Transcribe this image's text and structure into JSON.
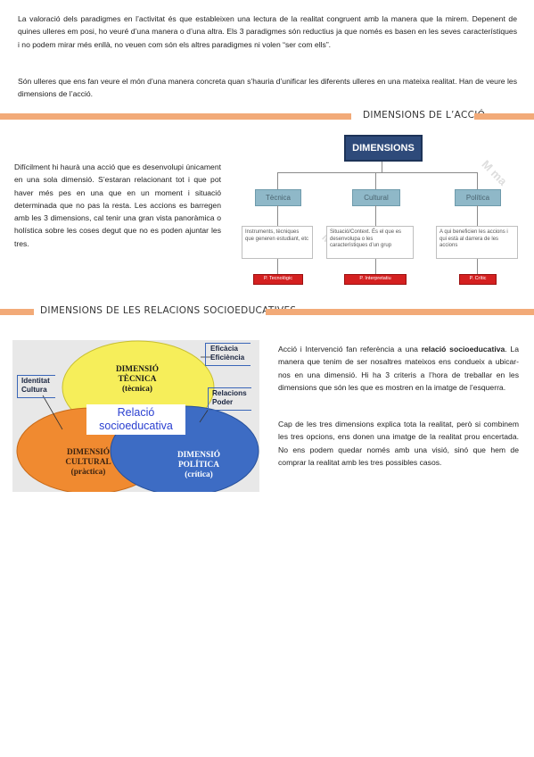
{
  "intro": {
    "p1": "La valoració dels paradigmes en l’activitat és que estableixen una lectura de la realitat congruent amb la manera que la mirem. Depenent de quines ulleres em posi, ho veuré d’una manera o d’una altra. Els 3 paradigmes són reductius ja que només es basen en les seves característiques i no podem mirar més enllà, no veuen com són els altres paradigmes ni volen “ser com ells”.",
    "p2": "Són ulleres que ens fan veure el món d’una manera concreta quan s’hauria d’unificar les diferents ulleres en una mateixa realitat. Han de veure les dimensions de l’acció."
  },
  "section1": {
    "title": "DIMENSIONS DE L’ACCIÓ",
    "text": "Difícilment hi haurà una acció que es desenvolupi únicament en una sola dimensió. S’estaran relacionant tot i que pot haver més pes en una que en un moment i situació determinada que no pas la resta. Les accions es barregen amb les 3 dimensions, cal tenir una gran vista panoràmica o holística sobre les coses degut que no es poden ajuntar les tres.",
    "diagram": {
      "main": "DIMENSIONS",
      "branches": [
        {
          "label": "Tècnica",
          "desc": "Instruments, tècniques que generen estudiant, etc",
          "tag": "P. Tecnològic"
        },
        {
          "label": "Cultural",
          "desc": "Situació/Context. És el que es desenvolupa o les característiques d’un grup",
          "tag": "P. Interpretatiu"
        },
        {
          "label": "Política",
          "desc": "A qui beneficien les accions i qui està al darrera de les accions",
          "tag": "P. Crític"
        }
      ]
    }
  },
  "section2": {
    "title": "DIMENSIONS DE LES RELACIONS SOCIOEDUCATIVES",
    "text1_lead": "Acció i Intervenció fan referència a una ",
    "text1_bold": "relació socioeducativa",
    "text1_rest": ". La manera que tenim de ser nosaltres mateixos ens condueix a ubicar-nos en una dimensió. Hi ha 3 criteris a l’hora de treballar en les dimensions que són les que es mostren en la imatge de l’esquerra.",
    "text2": "Cap de les tres dimensions explica tota la realitat, però si combinem les tres opcions, ens donen una imatge de la realitat prou encertada. No ens podem quedar només amb una visió, sinó que hem de comprar la realitat amb les tres possibles casos.",
    "venn": {
      "tecnica": [
        "DIMENSIÓ",
        "TÈCNICA",
        "(tècnica)"
      ],
      "cultural": [
        "DIMENSIÓ",
        "CULTURAL",
        "(pràctica)"
      ],
      "politica": [
        "DIMENSIÓ",
        "POLÍTICA",
        "(crítica)"
      ],
      "center": [
        "Relació",
        "socioeducativa"
      ],
      "side_tecnica": [
        "Eficàcia",
        "Eficiència"
      ],
      "side_cultural": [
        "Identitat",
        "Cultura"
      ],
      "side_politica": [
        "Relacions",
        "Poder"
      ],
      "colors": {
        "yellow": "#f6ee5a",
        "orange": "#f08a30",
        "blue": "#3d6cc4",
        "center_text": "#2a3fd0"
      }
    }
  }
}
